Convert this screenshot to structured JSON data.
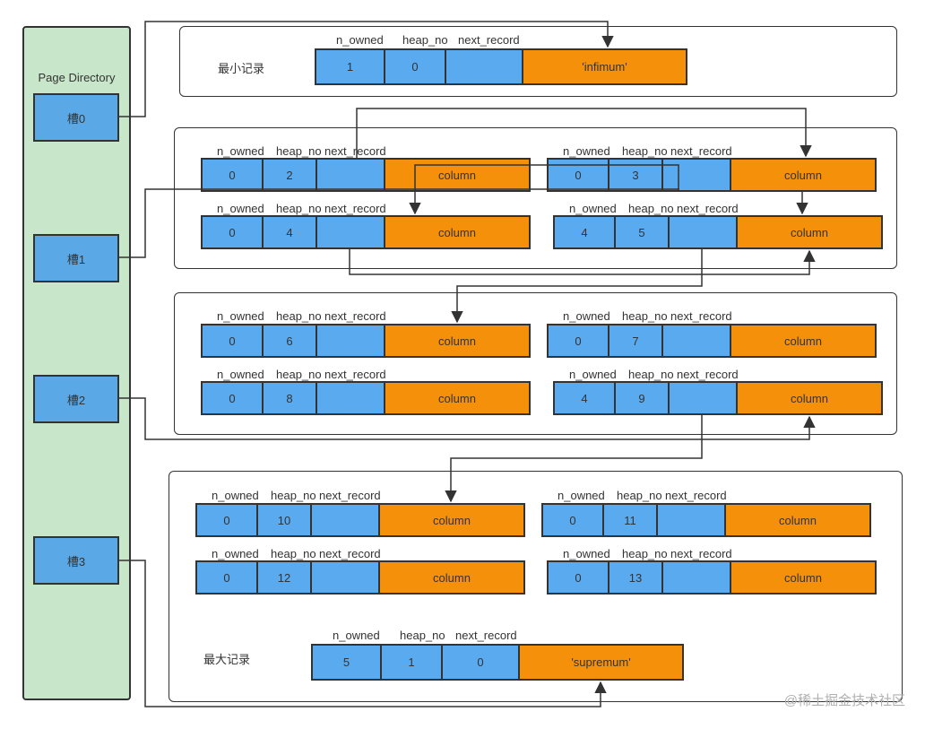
{
  "page_directory": {
    "title": "Page Directory",
    "slots": [
      "槽0",
      "槽1",
      "槽2",
      "槽3"
    ]
  },
  "field_labels": {
    "n_owned": "n_owned",
    "heap_no": "heap_no",
    "next_record": "next_record"
  },
  "min_record": {
    "label": "最小记录",
    "n_owned": "1",
    "heap_no": "0",
    "next_record": "",
    "content": "'infimum'"
  },
  "max_record": {
    "label": "最大记录",
    "n_owned": "5",
    "heap_no": "1",
    "next_record": "0",
    "content": "'supremum'"
  },
  "groups": [
    {
      "records": [
        {
          "n_owned": "0",
          "heap_no": "2",
          "next_record": "",
          "content": "column"
        },
        {
          "n_owned": "0",
          "heap_no": "3",
          "next_record": "",
          "content": "column"
        },
        {
          "n_owned": "0",
          "heap_no": "4",
          "next_record": "",
          "content": "column"
        },
        {
          "n_owned": "4",
          "heap_no": "5",
          "next_record": "",
          "content": "column"
        }
      ]
    },
    {
      "records": [
        {
          "n_owned": "0",
          "heap_no": "6",
          "next_record": "",
          "content": "column"
        },
        {
          "n_owned": "0",
          "heap_no": "7",
          "next_record": "",
          "content": "column"
        },
        {
          "n_owned": "0",
          "heap_no": "8",
          "next_record": "",
          "content": "column"
        },
        {
          "n_owned": "4",
          "heap_no": "9",
          "next_record": "",
          "content": "column"
        }
      ]
    },
    {
      "records": [
        {
          "n_owned": "0",
          "heap_no": "10",
          "next_record": "",
          "content": "column"
        },
        {
          "n_owned": "0",
          "heap_no": "11",
          "next_record": "",
          "content": "column"
        },
        {
          "n_owned": "0",
          "heap_no": "12",
          "next_record": "",
          "content": "column"
        },
        {
          "n_owned": "0",
          "heap_no": "13",
          "next_record": "",
          "content": "column"
        }
      ]
    }
  ],
  "watermark": "@稀土掘金技术社区",
  "colors": {
    "directory_bg": "#c8e6c9",
    "slot_bg": "#5aa9e6",
    "cell_blue": "#5aaaf0",
    "cell_orange": "#f5900a",
    "line": "#333333"
  }
}
